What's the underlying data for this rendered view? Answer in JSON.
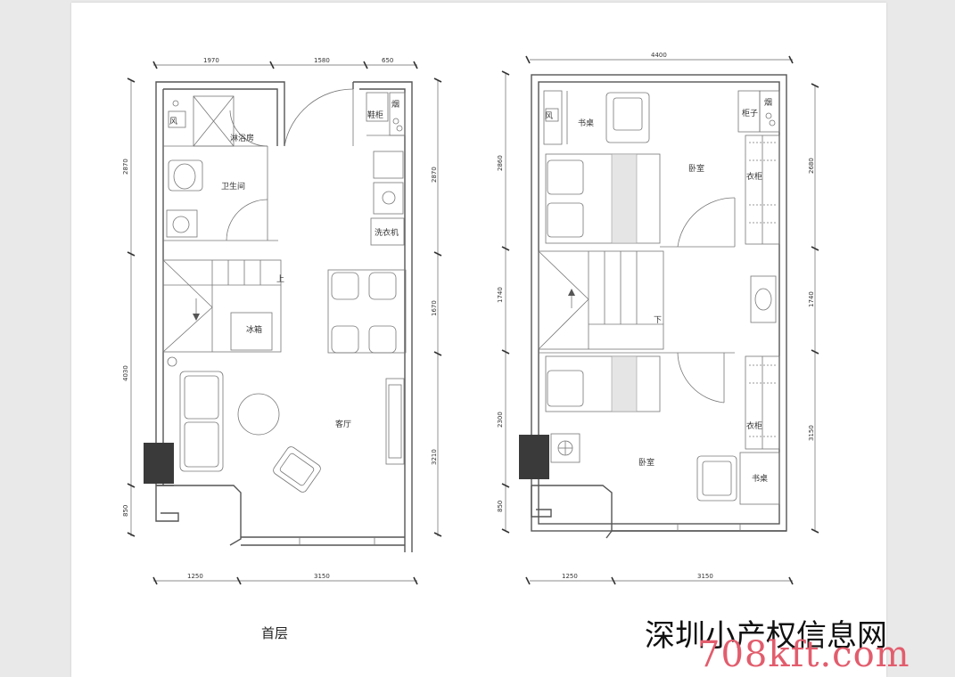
{
  "floors": [
    {
      "caption": "首层",
      "top_dims": [
        "1970",
        "1580",
        "650"
      ],
      "bottom_dims": [
        "1250",
        "3150"
      ],
      "left_dims": [
        "2870",
        "4030",
        "850"
      ],
      "right_dims": [
        "2870",
        "1670",
        "3210"
      ],
      "rooms": {
        "fan": "风",
        "shower": "淋浴房",
        "bathroom": "卫生间",
        "shoe_cabinet": "鞋柜",
        "flue": "烟",
        "washer": "洗衣机",
        "stairs_up": "上",
        "fridge": "冰箱",
        "living": "客厅"
      }
    },
    {
      "top_dims": [
        "4400"
      ],
      "bottom_dims": [
        "1250",
        "3150"
      ],
      "left_dims": [
        "2860",
        "1740",
        "2300",
        "850"
      ],
      "right_dims": [
        "2680",
        "1740",
        "3150"
      ],
      "rooms": {
        "fan": "风",
        "desk_top": "书桌",
        "cabinet": "柜子",
        "flue": "烟",
        "bedroom_top": "卧室",
        "wardrobe_top": "衣柜",
        "stairs_down": "下",
        "wardrobe_bottom": "衣柜",
        "bedroom_bottom": "卧室",
        "desk_bottom": "书桌"
      }
    }
  ],
  "watermark": {
    "text_cn": "深圳小产权信息网",
    "url": "708kft.com"
  }
}
